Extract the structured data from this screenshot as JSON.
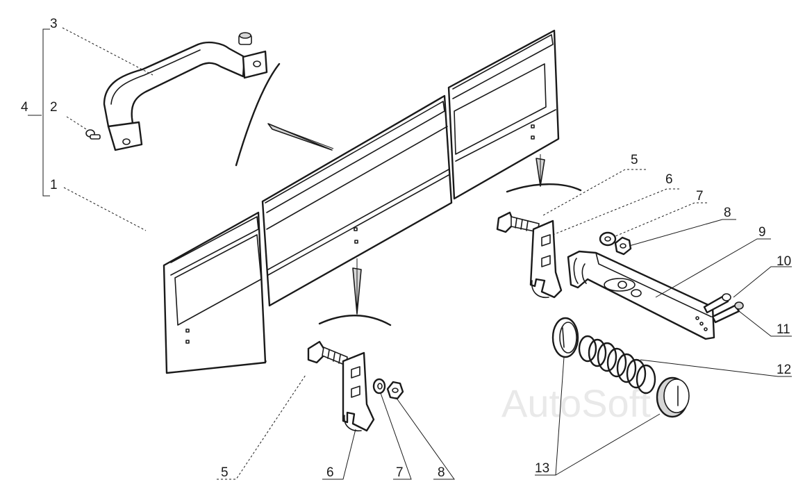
{
  "callouts": {
    "c1": "1",
    "c2": "2",
    "c3": "3",
    "c4": "4",
    "c5a": "5",
    "c6a": "6",
    "c7a": "7",
    "c8a": "8",
    "c9": "9",
    "c10": "10",
    "c11": "11",
    "c12": "12",
    "c5b": "5",
    "c6b": "6",
    "c7b": "7",
    "c8b": "8",
    "c13": "13"
  },
  "watermark": "AutoSoft",
  "colors": {
    "ink": "#1a1a1a",
    "paper": "#ffffff",
    "shade": "#d6d6d6"
  }
}
